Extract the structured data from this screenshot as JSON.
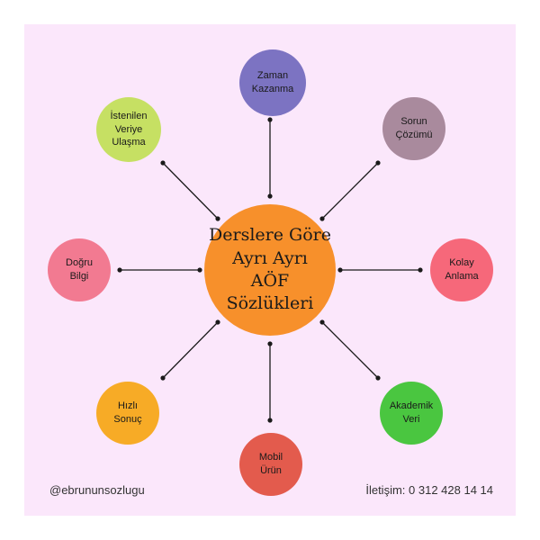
{
  "center": {
    "label": "Derslere Göre\nAyrı Ayrı\nAÖF\nSözlükleri",
    "color": "#f7902b"
  },
  "nodes": [
    {
      "id": "zaman",
      "label": "Zaman\nKazanma",
      "color": "#7c73c2"
    },
    {
      "id": "sorun",
      "label": "Sorun\nÇözümü",
      "color": "#a98a9d"
    },
    {
      "id": "kolay",
      "label": "Kolay\nAnlama",
      "color": "#f6687a"
    },
    {
      "id": "akademik",
      "label": "Akademik\nVeri",
      "color": "#4ac640"
    },
    {
      "id": "mobil",
      "label": "Mobil\nÜrün",
      "color": "#e35b4d"
    },
    {
      "id": "hizli",
      "label": "Hızlı\nSonuç",
      "color": "#f7ab26"
    },
    {
      "id": "dogru",
      "label": "Doğru\nBilgi",
      "color": "#f27a91"
    },
    {
      "id": "istenilen",
      "label": "İstenilen\nVeriye\nUlaşma",
      "color": "#c6e063"
    }
  ],
  "footer": {
    "handle": "@ebrununsozlugu",
    "contact": "İletişim: 0 312 428 14 14"
  },
  "colors": {
    "background": "#fbe7fb",
    "connector": "#1a1a1a"
  }
}
